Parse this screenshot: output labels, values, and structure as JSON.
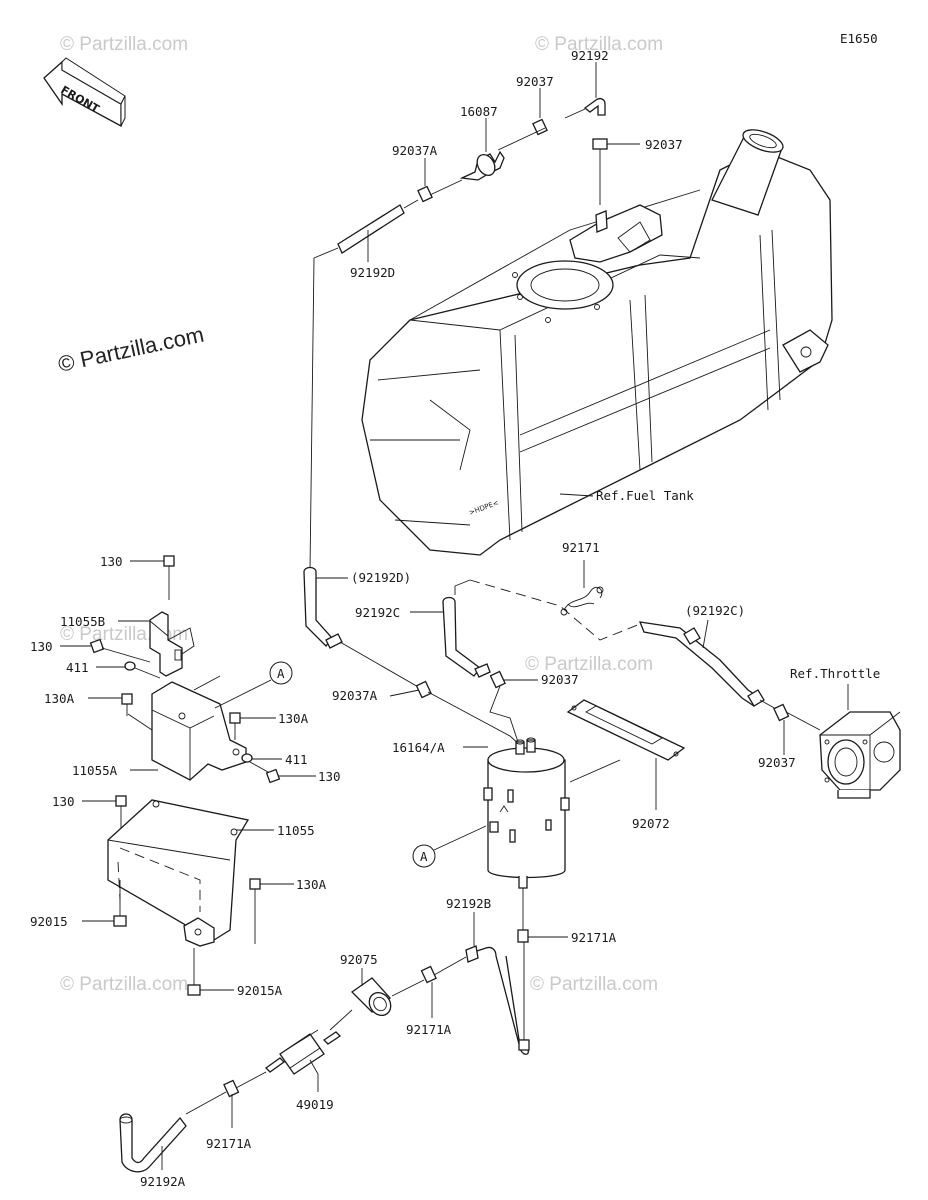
{
  "diagram": {
    "code": "E1650",
    "front_label": "FRONT",
    "watermark": "© Partzilla.com"
  },
  "labels": {
    "l_92192": "92192",
    "l_92037_top": "92037",
    "l_16087": "16087",
    "l_92037A_top": "92037A",
    "l_92037_right": "92037",
    "l_92192D": "92192D",
    "l_ref_fuel_tank": "Ref.Fuel Tank",
    "l_92171": "92171",
    "l_92192D_paren": "(92192D)",
    "l_92192C": "92192C",
    "l_92192C_paren": "(92192C)",
    "l_ref_throttle": "Ref.Throttle",
    "l_92037A_mid": "92037A",
    "l_92037_mid": "92037",
    "l_92037_throttle": "92037",
    "l_16164A": "16164/A",
    "l_92072": "92072",
    "l_callout_A1": "A",
    "l_callout_A2": "A",
    "l_92192B": "92192B",
    "l_92171A_right": "92171A",
    "l_92075": "92075",
    "l_92171A_mid": "92171A",
    "l_49019": "49019",
    "l_92171A_low": "92171A",
    "l_92192A": "92192A",
    "l_130_top": "130",
    "l_11055B": "11055B",
    "l_130_left": "130",
    "l_411_left": "411",
    "l_130A_left": "130A",
    "l_130A_right": "130A",
    "l_411_right": "411",
    "l_11055A": "11055A",
    "l_130_right": "130",
    "l_130_lower": "130",
    "l_11055": "11055",
    "l_130A_lower": "130A",
    "l_92015": "92015",
    "l_92015A": "92015A"
  }
}
